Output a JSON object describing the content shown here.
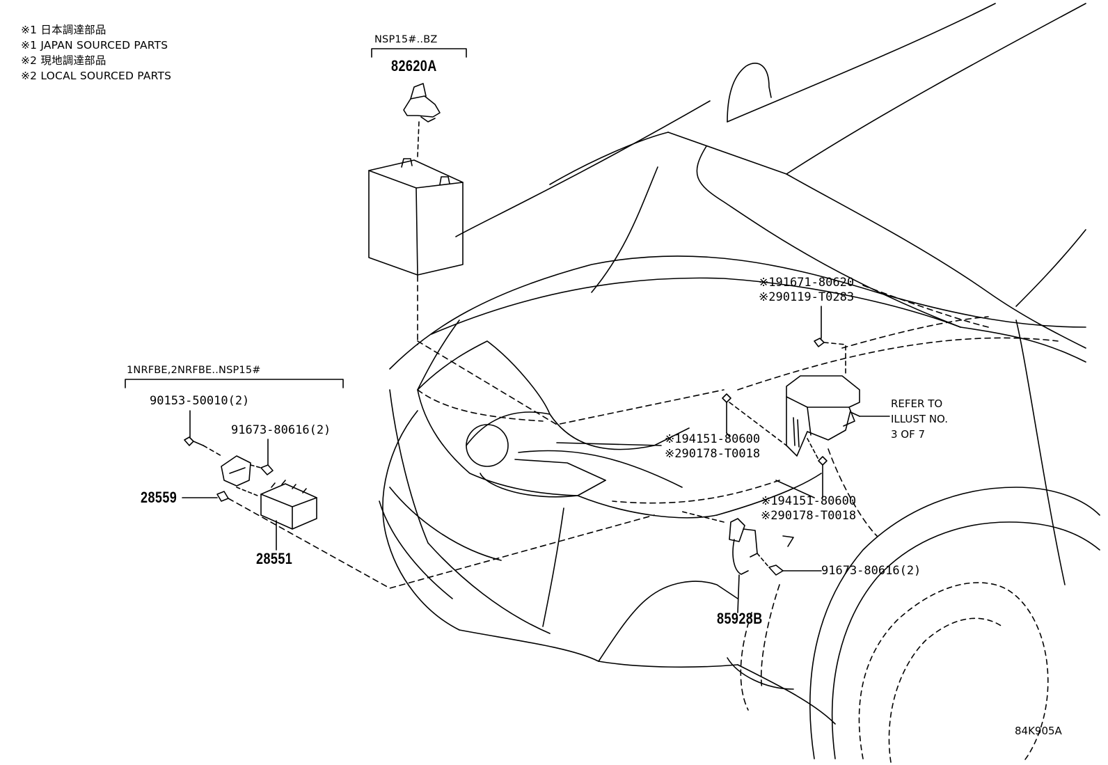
{
  "notes": [
    "※1 日本調達部品",
    "※1 JAPAN SOURCED PARTS",
    "※2 現地調達部品",
    "※2 LOCAL SOURCED PARTS"
  ],
  "conditions": {
    "battery_group": "NSP15#..BZ",
    "sensor_group": "1NRFBE,2NRFBE..NSP15#"
  },
  "parts": {
    "battery_clamp": "82620A",
    "bolt_left": "90153-50010(2)",
    "bolt_left_2": "91673-80616(2)",
    "bracket": "28559",
    "module": "28551",
    "relay_box_bolt_1": "※191671-80620",
    "relay_box_bolt_2": "※290119-T0283",
    "relay_box_nut_upper_1": "※194151-80600",
    "relay_box_nut_upper_2": "※290178-T0018",
    "relay_box_nut_lower_1": "※194151-80600",
    "relay_box_nut_lower_2": "※290178-T0018",
    "connector_bolt": "91673-80616(2)",
    "wire_harness": "85928B"
  },
  "reference": {
    "line1": "REFER TO",
    "line2": "ILLUST NO.",
    "line3": "3 OF 7"
  },
  "illustration_code": "84K905A"
}
